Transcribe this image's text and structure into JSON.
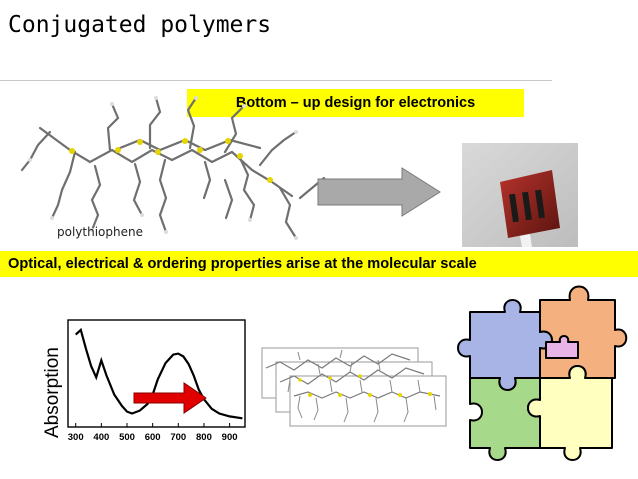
{
  "slide": {
    "title": "Conjugated polymers",
    "banner_top": "Bottom – up design for electronics",
    "molecule_label": "polythiophene",
    "banner_bottom": "Optical, electrical & ordering properties arise at the molecular scale"
  },
  "chart_data": {
    "type": "line",
    "title": "",
    "xlabel": "",
    "ylabel": "Absorption",
    "x_ticks": [
      "300",
      "400",
      "500",
      "600",
      "700",
      "800",
      "900"
    ],
    "xlim": [
      270,
      960
    ],
    "ylim": [
      0,
      1
    ],
    "series": [
      {
        "x": [
          300,
          320,
          340,
          360,
          380,
          400,
          420,
          450,
          480,
          500,
          520,
          550,
          580,
          600,
          620,
          650,
          680,
          700,
          720,
          740,
          760,
          780,
          800,
          830,
          860,
          900,
          950
        ],
        "y": [
          0.93,
          0.98,
          0.78,
          0.6,
          0.48,
          0.66,
          0.5,
          0.3,
          0.18,
          0.12,
          0.1,
          0.13,
          0.2,
          0.3,
          0.46,
          0.63,
          0.72,
          0.73,
          0.7,
          0.62,
          0.5,
          0.35,
          0.25,
          0.15,
          0.1,
          0.07,
          0.05
        ]
      }
    ]
  },
  "colors": {
    "banner": "#ffff00",
    "big_arrow": "#a9a9a9",
    "red_arrow": "#e00000",
    "puzzle_blue": "#a9b4e6",
    "puzzle_orange": "#f4b07f",
    "puzzle_green": "#a7d98a",
    "puzzle_yellow": "#ffffc0",
    "puzzle_pink": "#e8b4e8"
  }
}
